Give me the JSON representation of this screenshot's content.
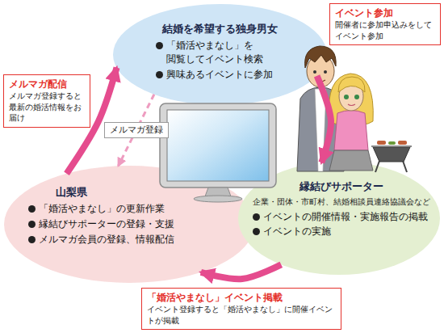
{
  "diagram": {
    "nodes": [
      {
        "text": [
          "結婚を希望する独身男女",
          "「婚活やまなし」を 閲覧してイベント検索",
          "興味あるイベントに参加"
        ]
      },
      {
        "text": [
          "イベント参加",
          "開催者に参加申込みをしてイベント参加"
        ]
      },
      {
        "text": [
          "メルマガ配信",
          "メルマガ登録すると最新の婚活情報をお届け"
        ]
      },
      {
        "text": [
          "山梨県",
          "「婚活やまなし」の更新作業",
          "縁結びサポーターの登録・支援",
          "メルマガ会員の登録、情報配信"
        ]
      },
      {
        "text": [
          "縁結びサポーター",
          "企業・団体・市町村、結婚相談員連絡協議会など",
          "イベントの開催情報・実施報告の掲載",
          "イベントの実施"
        ]
      },
      {
        "text": [
          "「婚活やまなし」イベント掲載",
          "イベント登録すると「婚活やまなし」に開催イベントが掲載"
        ]
      }
    ],
    "edges": [
      {
        "from": 0,
        "to": 4,
        "arrow": "to"
      },
      {
        "from": 4,
        "to": 3,
        "arrow": "to"
      },
      {
        "from": 3,
        "to": 0,
        "arrow": "to"
      },
      {
        "from": 0,
        "to": 3,
        "arrow": "to",
        "label": "メルマガ登録"
      }
    ]
  }
}
